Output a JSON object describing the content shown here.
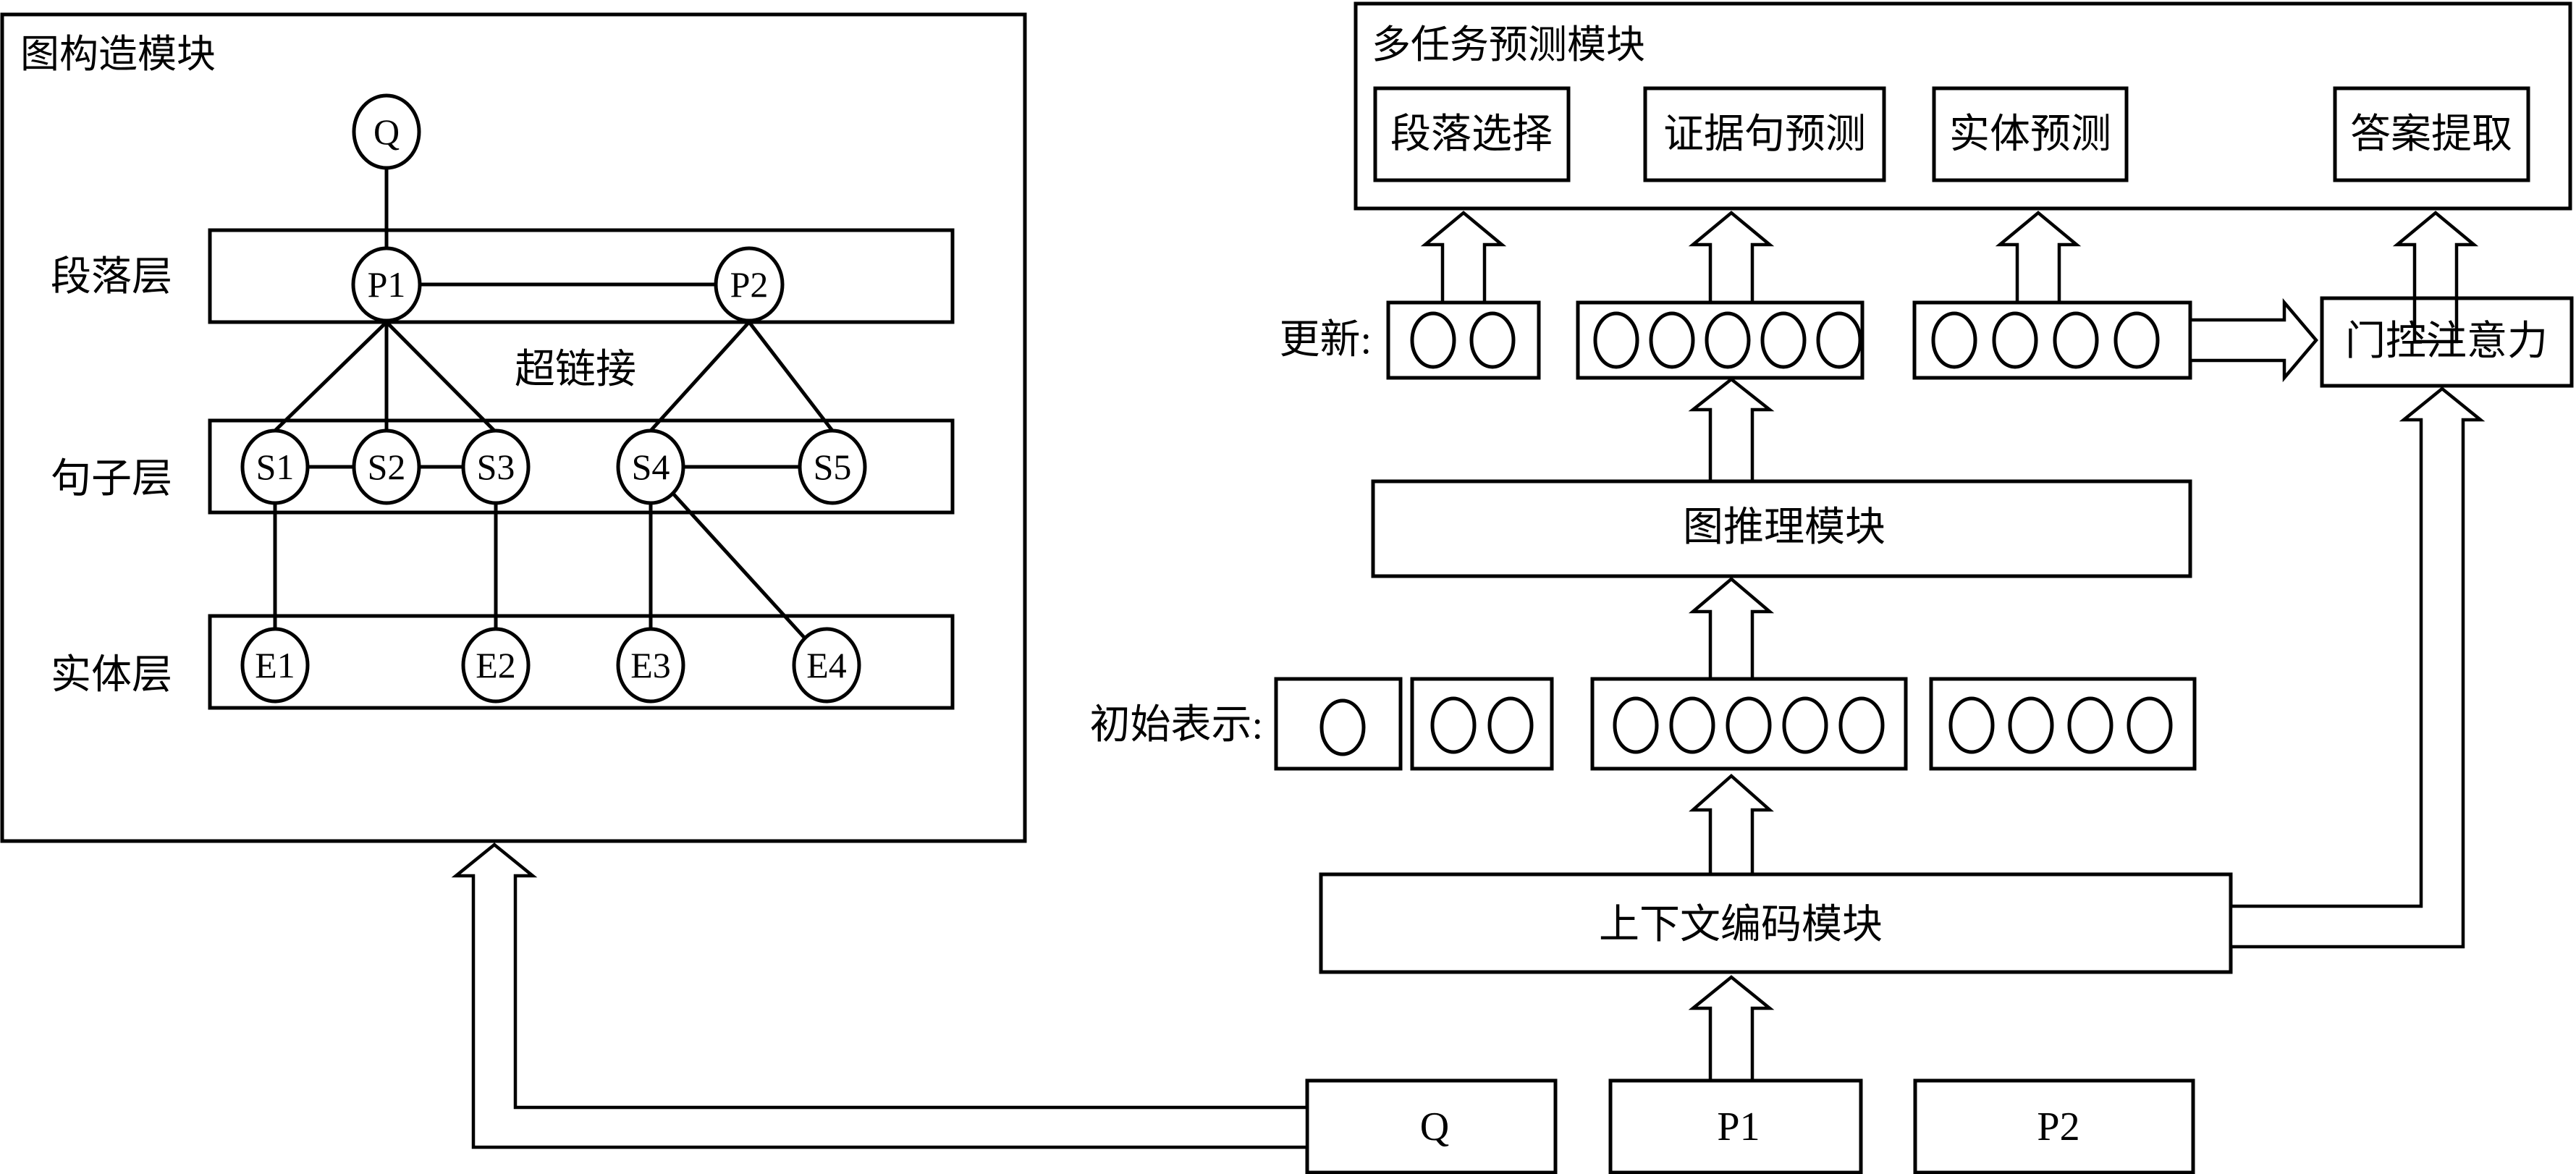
{
  "graph_module": {
    "title": "图构造模块",
    "layer_labels": {
      "paragraph": "段落层",
      "sentence": "句子层",
      "entity": "实体层"
    },
    "hyperlink_label": "超链接",
    "nodes": {
      "q": "Q",
      "p1": "P1",
      "p2": "P2",
      "s1": "S1",
      "s2": "S2",
      "s3": "S3",
      "s4": "S4",
      "s5": "S5",
      "e1": "E1",
      "e2": "E2",
      "e3": "E3",
      "e4": "E4"
    }
  },
  "multitask_module": {
    "title": "多任务预测模块",
    "tasks": {
      "paragraph_selection": "段落选择",
      "evidence_prediction": "证据句预测",
      "entity_prediction": "实体预测",
      "answer_extraction": "答案提取"
    }
  },
  "update_label": "更新:",
  "initial_repr_label": "初始表示:",
  "gated_attention": "门控注意力",
  "graph_reasoning": "图推理模块",
  "context_encoding": "上下文编码模块",
  "inputs": {
    "q": "Q",
    "p1": "P1",
    "p2": "P2"
  }
}
